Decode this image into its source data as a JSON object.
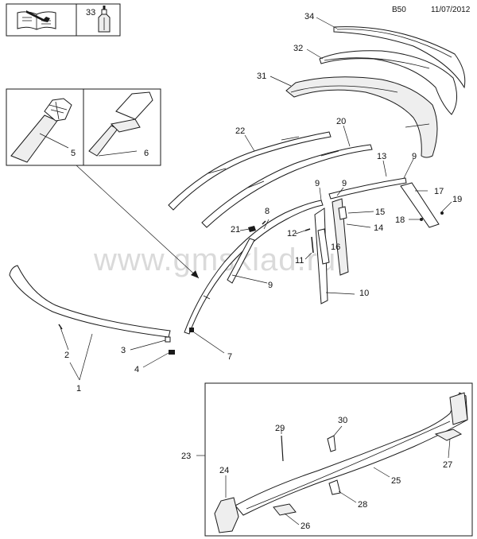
{
  "header": {
    "code": "B50",
    "date": "11/07/2012"
  },
  "legend": {
    "item_33": "33"
  },
  "watermark": "www.gmsklad.ru",
  "callouts": {
    "c1": "1",
    "c2": "2",
    "c3": "3",
    "c4": "4",
    "c5": "5",
    "c6": "6",
    "c7": "7",
    "c8": "8",
    "c9a": "9",
    "c9b": "9",
    "c9c": "9",
    "c9d": "9",
    "c10": "10",
    "c11": "11",
    "c12": "12",
    "c13": "13",
    "c14": "14",
    "c15": "15",
    "c16": "16",
    "c17": "17",
    "c18": "18",
    "c19": "19",
    "c20": "20",
    "c21": "21",
    "c22": "22",
    "c23": "23",
    "c24": "24",
    "c25": "25",
    "c26": "26",
    "c27": "27",
    "c28": "28",
    "c29": "29",
    "c30": "30",
    "c31": "31",
    "c32": "32",
    "c34": "34"
  }
}
